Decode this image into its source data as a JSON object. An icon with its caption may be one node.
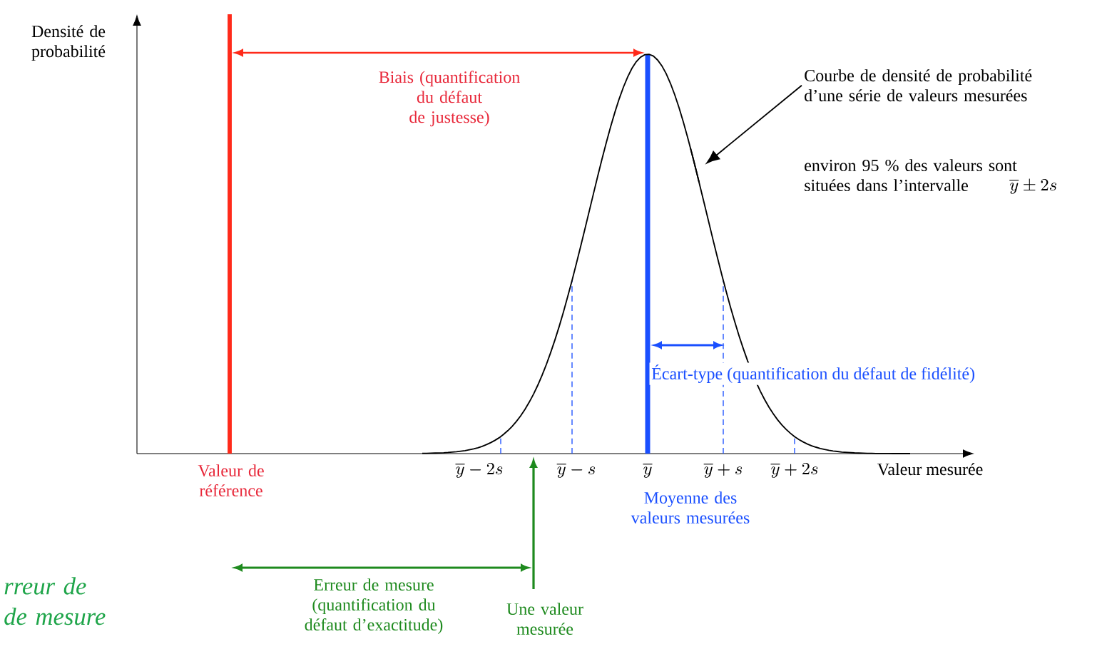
{
  "diagram": {
    "nodes": [
      {
        "text": [
          "Courbe de densité de probabilité d’une série de valeurs mesurées"
        ]
      },
      {
        "text": [],
        "shape": "curve"
      }
    ],
    "edges": [
      {
        "from": 0,
        "to": 1,
        "arrow": "to"
      }
    ],
    "labels": [
      "Densité de probabilité",
      "Biais (quantification du défaut de justesse)",
      "environ 95 % des valeurs sont situées dans l’intervalle",
      "\\overline{y}\\pm 2s",
      "Écart-type (quantification du défaut de fidélité)",
      "Valeur de référence",
      "\\overline{y}-2s",
      "\\overline{y}-s",
      "\\overline{y}",
      "\\overline{y}+s",
      "\\overline{y}+2s",
      "Valeur mesurée",
      "Moyenne des valeurs mesurées",
      "rreur de de mesure",
      "Erreur de mesure (quantification du défaut d’exactitude)",
      "Une valeur mesurée"
    ]
  }
}
